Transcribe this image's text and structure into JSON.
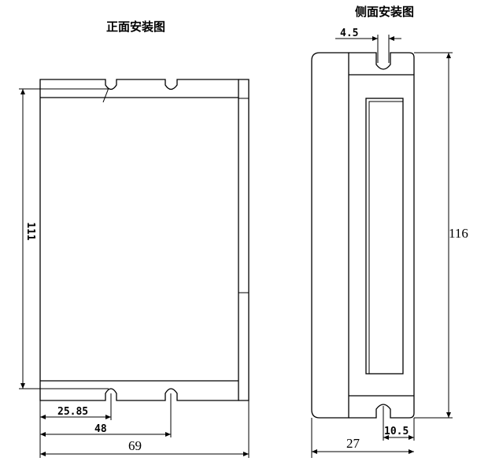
{
  "front_view": {
    "title": "正面安装图",
    "dim_height": "111",
    "dim_hole_offset": "25.85",
    "dim_hole_spacing": "48",
    "dim_width": "69"
  },
  "side_view": {
    "title": "侧面安装图",
    "dim_slot_width": "4.5",
    "dim_height": "116",
    "dim_depth": "27",
    "dim_bottom_slot": "10.5"
  }
}
